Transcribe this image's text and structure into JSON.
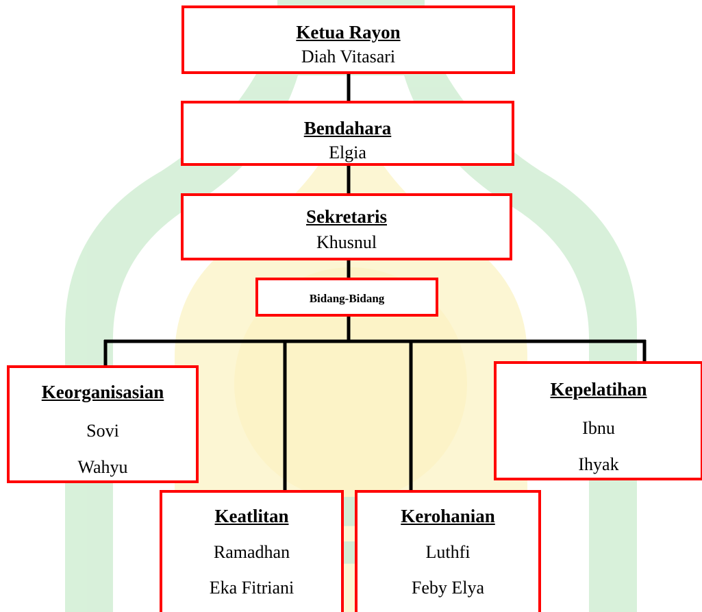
{
  "chart": {
    "nodes": {
      "ketua": {
        "title": "Ketua Rayon",
        "members": [
          "Diah Vitasari"
        ]
      },
      "bendahara": {
        "title": "Bendahara",
        "members": [
          "Elgia"
        ]
      },
      "sekretaris": {
        "title": "Sekretaris",
        "members": [
          "Khusnul"
        ]
      },
      "bidang": {
        "title": "Bidang-Bidang",
        "members": []
      },
      "keorganisasian": {
        "title": "Keorganisasian",
        "members": [
          "Sovi",
          "Wahyu"
        ]
      },
      "keatlitan": {
        "title": "Keatlitan",
        "members": [
          "Ramadhan",
          "Eka Fitriani"
        ]
      },
      "kerohanian": {
        "title": "Kerohanian",
        "members": [
          "Luthfi",
          "Feby Elya"
        ]
      },
      "kepelatihan": {
        "title": "Kepelatihan",
        "members": [
          "Ibnu",
          "Ihyak"
        ]
      }
    }
  },
  "colors": {
    "box_border": "#ff0000",
    "connector": "#000000",
    "watermark_yellow": "#fdf6c6",
    "watermark_green": "#cdebcf"
  }
}
